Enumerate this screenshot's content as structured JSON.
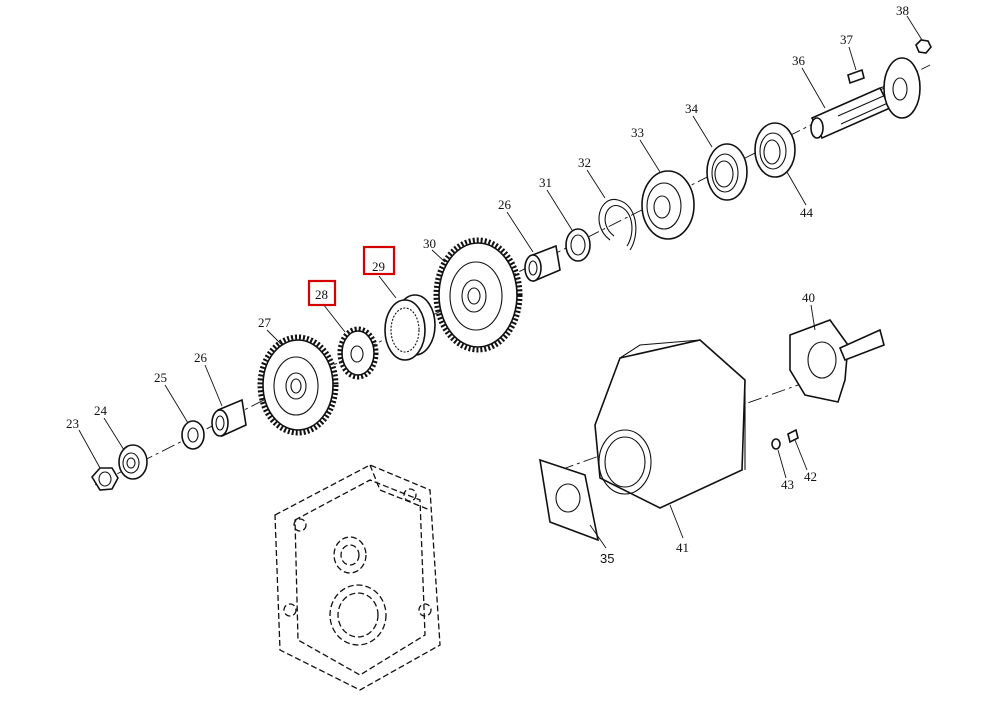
{
  "diagram": {
    "callouts": [
      {
        "id": "c23",
        "label": "23"
      },
      {
        "id": "c24",
        "label": "24"
      },
      {
        "id": "c25",
        "label": "25"
      },
      {
        "id": "c26a",
        "label": "26"
      },
      {
        "id": "c27",
        "label": "27"
      },
      {
        "id": "c28",
        "label": "28",
        "highlighted": true
      },
      {
        "id": "c29",
        "label": "29",
        "highlighted": true
      },
      {
        "id": "c30",
        "label": "30"
      },
      {
        "id": "c26b",
        "label": "26"
      },
      {
        "id": "c31",
        "label": "31"
      },
      {
        "id": "c32",
        "label": "32"
      },
      {
        "id": "c33",
        "label": "33"
      },
      {
        "id": "c34",
        "label": "34"
      },
      {
        "id": "c44",
        "label": "44"
      },
      {
        "id": "c36",
        "label": "36"
      },
      {
        "id": "c37",
        "label": "37"
      },
      {
        "id": "c38",
        "label": "38"
      },
      {
        "id": "c40",
        "label": "40"
      },
      {
        "id": "c41",
        "label": "41"
      },
      {
        "id": "c35",
        "label": "35"
      },
      {
        "id": "c42",
        "label": "42"
      },
      {
        "id": "c43",
        "label": "43"
      }
    ],
    "highlight_color": "#d40000",
    "line_color": "#111111"
  }
}
